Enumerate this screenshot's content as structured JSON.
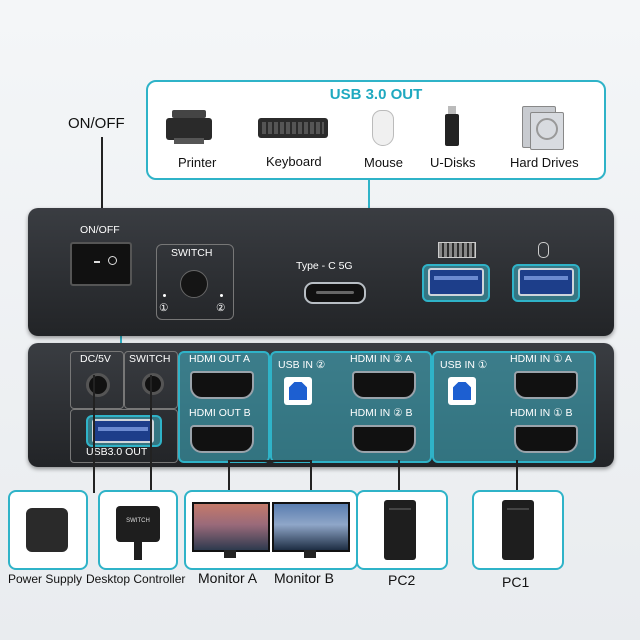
{
  "usb_out_box": {
    "title": "USB 3.0 OUT",
    "devices": [
      "Printer",
      "Keyboard",
      "Mouse",
      "U-Disks",
      "Hard Drives"
    ]
  },
  "on_off_label": "ON/OFF",
  "front_panel": {
    "on_off": "ON/OFF",
    "switch": "SWITCH",
    "switch_1": "①",
    "switch_2": "②",
    "typec": "Type - C 5G"
  },
  "back_panel": {
    "dc": "DC/5V",
    "switch": "SWITCH",
    "usb_out": "USB3.0 OUT",
    "hdmi_out_a": "HDMI OUT A",
    "hdmi_out_b": "HDMI OUT B",
    "usb_in_2": "USB IN ②",
    "hdmi_in_2a": "HDMI IN ② A",
    "hdmi_in_2b": "HDMI IN ② B",
    "usb_in_1": "USB IN ①",
    "hdmi_in_1a": "HDMI IN ① A",
    "hdmi_in_1b": "HDMI IN ① B"
  },
  "bottom": {
    "power_supply": "Power Supply",
    "desktop_controller": "Desktop Controller",
    "controller_text": "SWITCH",
    "monitor_a": "Monitor A",
    "monitor_b": "Monitor B",
    "pc2": "PC2",
    "pc1": "PC1"
  },
  "colors": {
    "accent": "#2fb3c8",
    "panel": "#2b2d31",
    "usb_blue": "#1d5fd1"
  }
}
